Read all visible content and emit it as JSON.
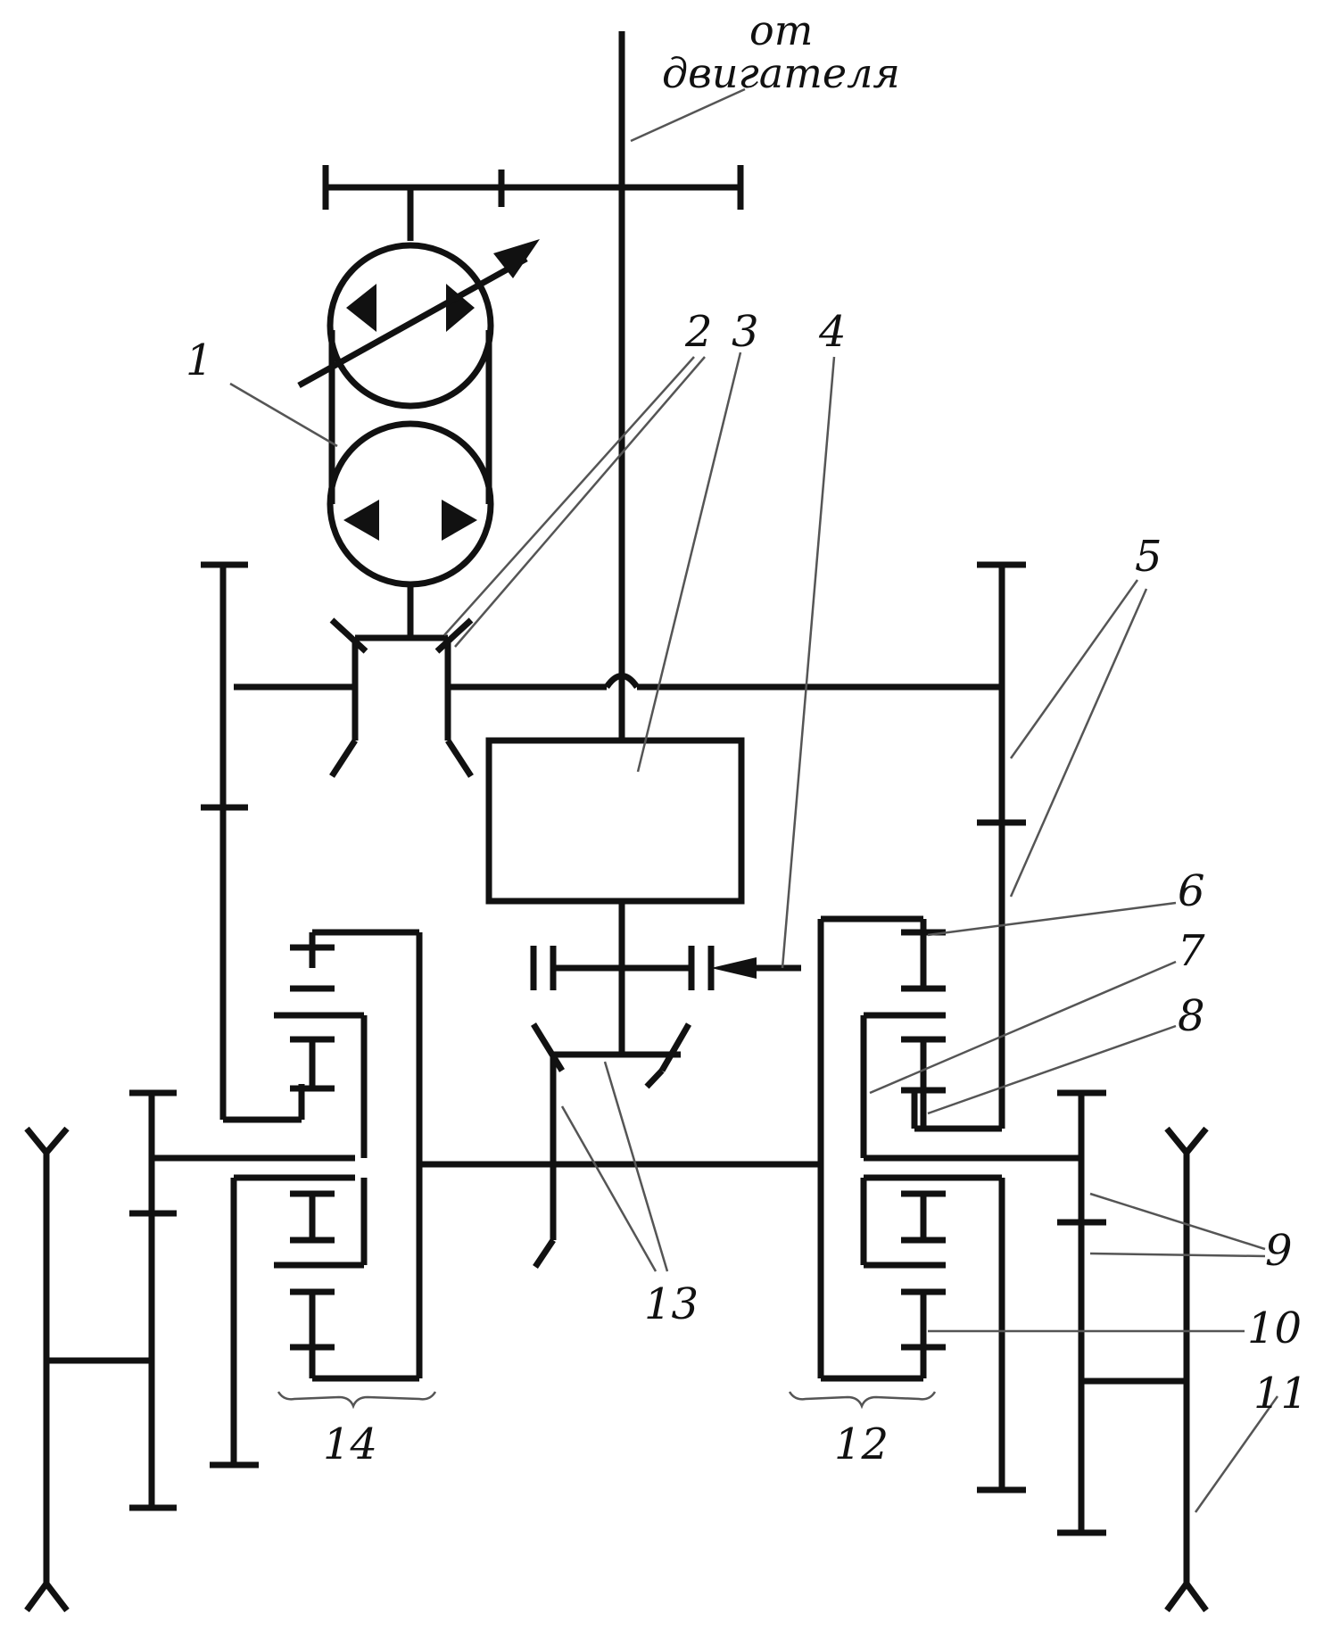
{
  "diagram": {
    "source_label_line1": "от",
    "source_label_line2": "двигателя",
    "labels": {
      "l1": "1",
      "l2": "2",
      "l3": "3",
      "l4": "4",
      "l5": "5",
      "l6": "6",
      "l7": "7",
      "l8": "8",
      "l9": "9",
      "l10": "10",
      "l11": "11",
      "l12": "12",
      "l13": "13",
      "l14": "14"
    },
    "colors": {
      "line": "#111111",
      "leader": "#555555",
      "background": "#ffffff"
    }
  }
}
